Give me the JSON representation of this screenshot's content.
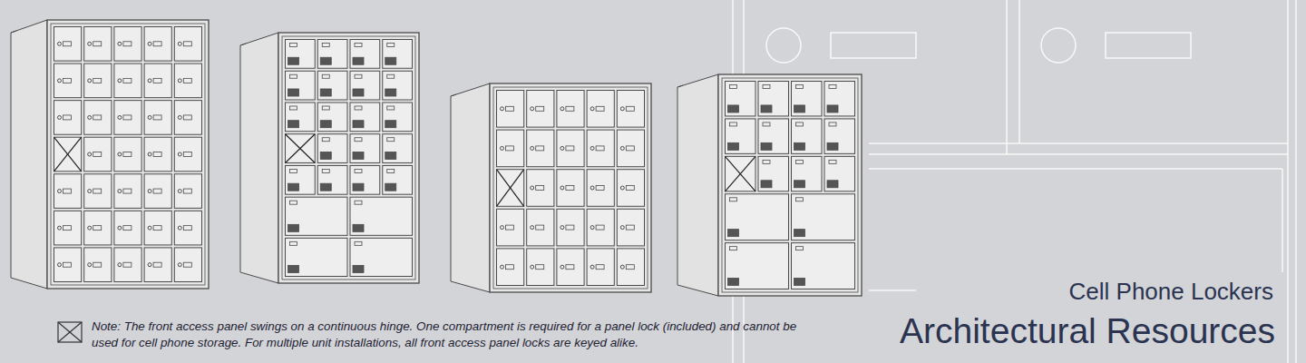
{
  "diagram": {
    "title": "Architectural Resources",
    "labels": [
      "Cell Phone Lockers",
      "Note: The front access panel swings on a continuous hinge. One compartment is required for a panel lock (included) and cannot be used for cell phone storage. For multiple unit installations, all front access panel locks are keyed alike."
    ]
  }
}
